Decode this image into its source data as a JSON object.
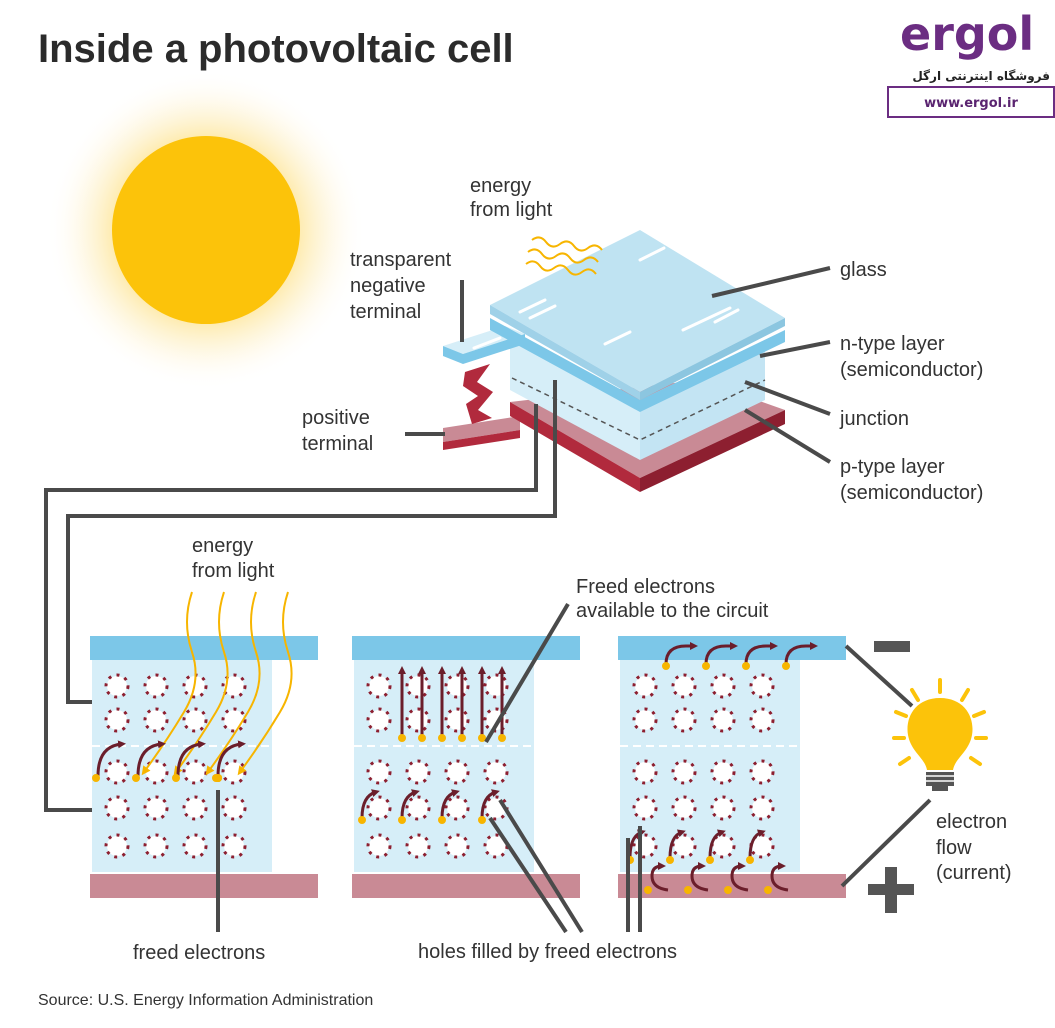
{
  "title": "Inside a photovoltaic cell",
  "logo": {
    "brand": "ergol",
    "tagline_fa": "فروشگاه اینترنتی ارگل",
    "url": "www.ergol.ir"
  },
  "labels": {
    "energy_top_1": "energy",
    "energy_top_2": "from light",
    "transparent_1": "transparent",
    "transparent_2": "negative",
    "transparent_3": "terminal",
    "positive_1": "positive",
    "positive_2": "terminal",
    "glass": "glass",
    "ntype_1": "n-type layer",
    "ntype_2": "(semiconductor)",
    "junction": "junction",
    "ptype_1": "p-type layer",
    "ptype_2": "(semiconductor)",
    "energy_bottom_1": "energy",
    "energy_bottom_2": "from light",
    "freed_available_1": "Freed electrons",
    "freed_available_2": "available to the circuit",
    "electron_flow_1": "electron",
    "electron_flow_2": "flow",
    "electron_flow_3": "(current)",
    "freed_electrons": "freed electrons",
    "holes_filled": "holes filled by freed electrons",
    "minus": "−",
    "plus": "+"
  },
  "source": "Source: U.S. Energy Information Administration",
  "colors": {
    "sun": "#fcc30a",
    "glass": "#bfe3f2",
    "n_layer": "#7cc7e8",
    "p_layer": "#c98a95",
    "p_dark": "#b12a3d",
    "electron": "#f7b500",
    "arrow": "#6b1e2b",
    "wire": "#4a4a4a"
  }
}
